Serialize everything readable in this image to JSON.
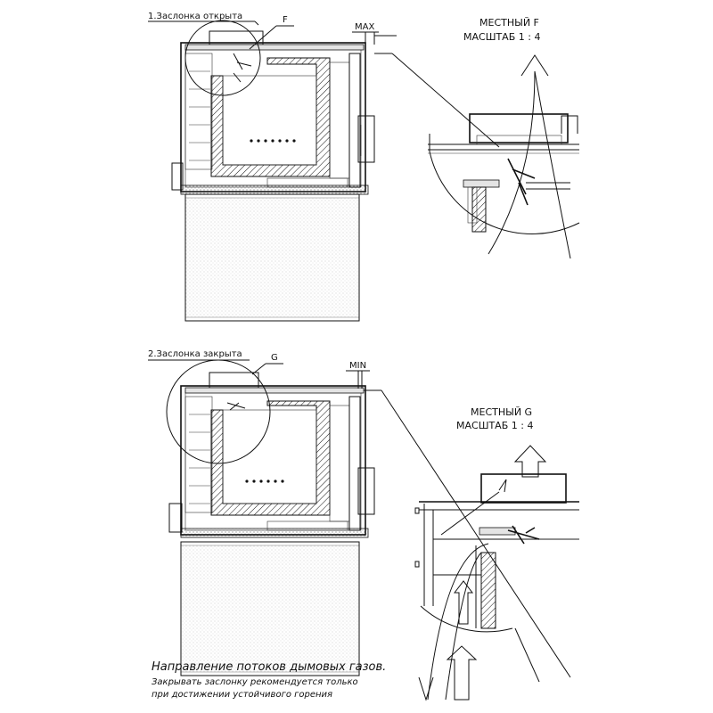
{
  "top": {
    "title": "1.Заслонка открыта",
    "callout": "F",
    "gap_label": "MAX",
    "detail_title": "МЕСТНЫЙ F",
    "detail_scale": "МАСШТАБ 1 : 4"
  },
  "bottom": {
    "title": "2.Заслонка закрыта",
    "callout": "G",
    "gap_label": "MIN",
    "detail_title": "МЕСТНЫЙ G",
    "detail_scale": "МАСШТАБ 1 : 4"
  },
  "caption": {
    "heading": "Направление потоков дымовых газов.",
    "line1": "Закрывать заслонку рекомендуется только",
    "line2": "при достижении устойчивого горения"
  }
}
